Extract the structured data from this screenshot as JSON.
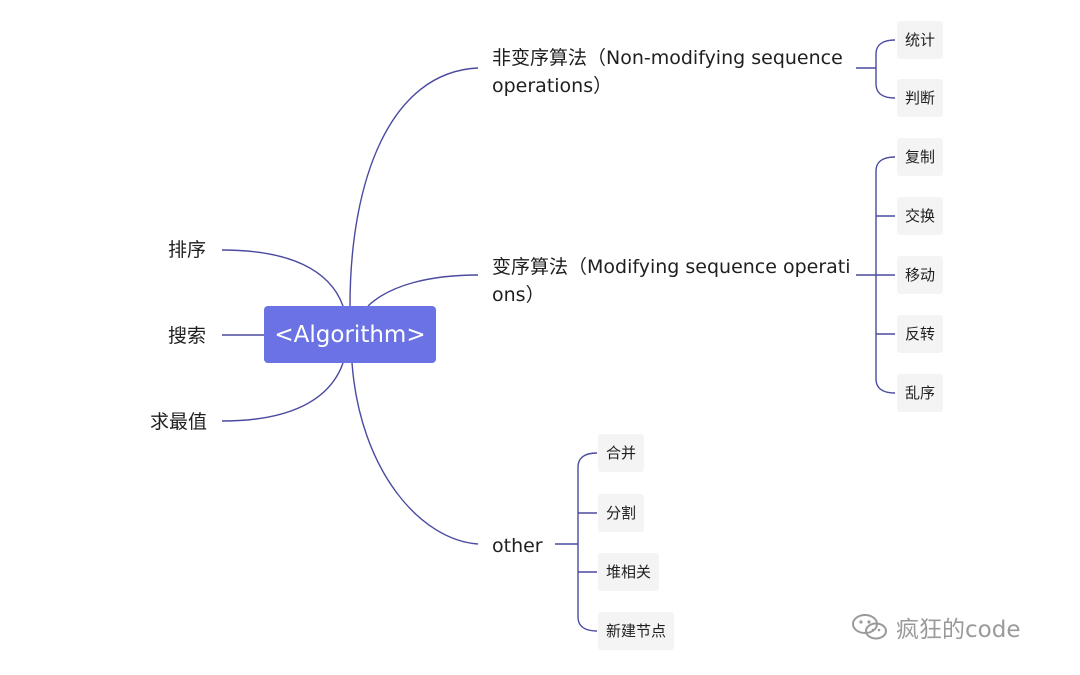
{
  "root": {
    "label": "<Algorithm>"
  },
  "left_topics": [
    {
      "label": "排序"
    },
    {
      "label": "搜索"
    },
    {
      "label": "求最值"
    }
  ],
  "branches": {
    "non_modifying": {
      "title_line1": "非变序算法（Non-modifying sequence",
      "title_line2": "operations）",
      "children": [
        {
          "label": "统计"
        },
        {
          "label": "判断"
        }
      ]
    },
    "modifying": {
      "title_line1": "变序算法（Modifying sequence operati",
      "title_line2": "ons）",
      "children": [
        {
          "label": "复制"
        },
        {
          "label": "交换"
        },
        {
          "label": "移动"
        },
        {
          "label": "反转"
        },
        {
          "label": "乱序"
        }
      ]
    },
    "other": {
      "title": "other",
      "children": [
        {
          "label": "合并"
        },
        {
          "label": "分割"
        },
        {
          "label": "堆相关"
        },
        {
          "label": "新建节点"
        }
      ]
    }
  },
  "watermark": {
    "text": "疯狂的code"
  },
  "colors": {
    "root_fill": "#6b72e4",
    "connector": "#4a4aa0",
    "leaf_bg": "#f4f4f4"
  }
}
